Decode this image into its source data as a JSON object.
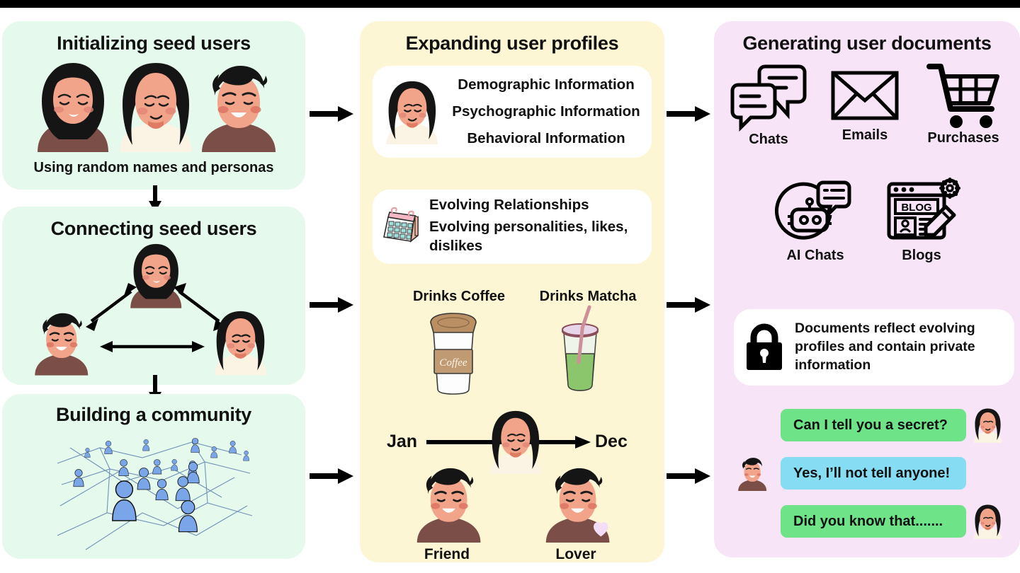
{
  "figure": {
    "type": "pipeline-diagram",
    "panels": [
      "Initializing seed users",
      "Expanding user profiles",
      "Generating user documents"
    ]
  },
  "colors": {
    "panel_green": "#e5faec",
    "panel_yellow": "#fdf6d4",
    "panel_pink": "#f7e4f7",
    "card_white": "#ffffff",
    "bubble_green": "#6ee388",
    "bubble_blue": "#86dcf2",
    "skin": "#f2a48a",
    "hair": "#1c1c1c",
    "shirt_brown": "#7b4f47",
    "shirt_cream": "#fbf3e3",
    "community_blue": "#7aa5e8",
    "matcha_green": "#8cc66c",
    "coffee_brown": "#b98f63",
    "top_bar": "#000000"
  },
  "left": {
    "init": {
      "title": "Initializing seed users",
      "caption": "Using random names and personas",
      "avatars": [
        "hijab-woman-avatar",
        "long-hair-woman-avatar",
        "short-hair-man-avatar"
      ]
    },
    "connect": {
      "title": "Connecting seed users",
      "avatars": [
        "hijab-woman-avatar",
        "short-hair-man-avatar",
        "long-hair-woman-avatar"
      ],
      "edges": [
        "bidirectional-arrow-left",
        "bidirectional-arrow-right",
        "bidirectional-arrow-bottom"
      ]
    },
    "community": {
      "title": "Building a community",
      "graphic": "social-network-people-graphic"
    }
  },
  "middle": {
    "title": "Expanding user profiles",
    "profile_card": {
      "avatar": "long-hair-woman-avatar",
      "lines": [
        "Demographic Information",
        "Psychographic Information",
        "Behavioral Information"
      ]
    },
    "evolving_card": {
      "icon": "calendar-icon",
      "lines": [
        "Evolving Relationships",
        "Evolving personalities, likes, dislikes"
      ]
    },
    "drinks": {
      "left_label": "Drinks Coffee",
      "left_icon": "coffee-cup-icon",
      "left_icon_text": "Coffee",
      "right_label": "Drinks Matcha",
      "right_icon": "matcha-drink-icon"
    },
    "timeline": {
      "start": "Jan",
      "end": "Dec",
      "avatar": "long-hair-woman-avatar"
    },
    "relationships": {
      "left_label": "Friend",
      "right_label": "Lover",
      "left_avatar": "short-hair-man-avatar",
      "right_avatar": "short-hair-man-avatar-with-heart"
    }
  },
  "right": {
    "title": "Generating user documents",
    "doc_types_row1": [
      {
        "label": "Chats",
        "icon": "chat-bubbles-icon"
      },
      {
        "label": "Emails",
        "icon": "envelope-icon"
      },
      {
        "label": "Purchases",
        "icon": "shopping-cart-icon"
      }
    ],
    "doc_types_row2": [
      {
        "label": "AI Chats",
        "icon": "robot-chat-icon"
      },
      {
        "label": "Blogs",
        "icon": "blog-page-icon"
      }
    ],
    "privacy_card": {
      "icon": "lock-icon",
      "text": "Documents reflect evolving profiles and contain private information"
    },
    "conversation": [
      {
        "text": "Can I tell you a secret?",
        "color": "#6ee388",
        "avatar": "long-hair-woman-avatar",
        "avatar_side": "right"
      },
      {
        "text": "Yes, I’ll not tell anyone!",
        "color": "#86dcf2",
        "avatar": "short-hair-man-avatar",
        "avatar_side": "left"
      },
      {
        "text": "Did you know that.......",
        "color": "#6ee388",
        "avatar": "long-hair-woman-avatar",
        "avatar_side": "right"
      }
    ]
  },
  "flow_arrows": [
    {
      "name": "arrow-init-to-profiles",
      "from": "left.init",
      "to": "middle"
    },
    {
      "name": "arrow-connect-to-profiles",
      "from": "left.connect",
      "to": "middle"
    },
    {
      "name": "arrow-community-to-profiles",
      "from": "left.community",
      "to": "middle"
    },
    {
      "name": "arrow-profiles-to-docs-top",
      "from": "middle",
      "to": "right"
    },
    {
      "name": "arrow-profiles-to-docs-mid",
      "from": "middle",
      "to": "right"
    },
    {
      "name": "arrow-profiles-to-docs-bottom",
      "from": "middle",
      "to": "right"
    },
    {
      "name": "arrow-init-down",
      "from": "left.init",
      "to": "left.connect"
    },
    {
      "name": "arrow-connect-down",
      "from": "left.connect",
      "to": "left.community"
    }
  ]
}
